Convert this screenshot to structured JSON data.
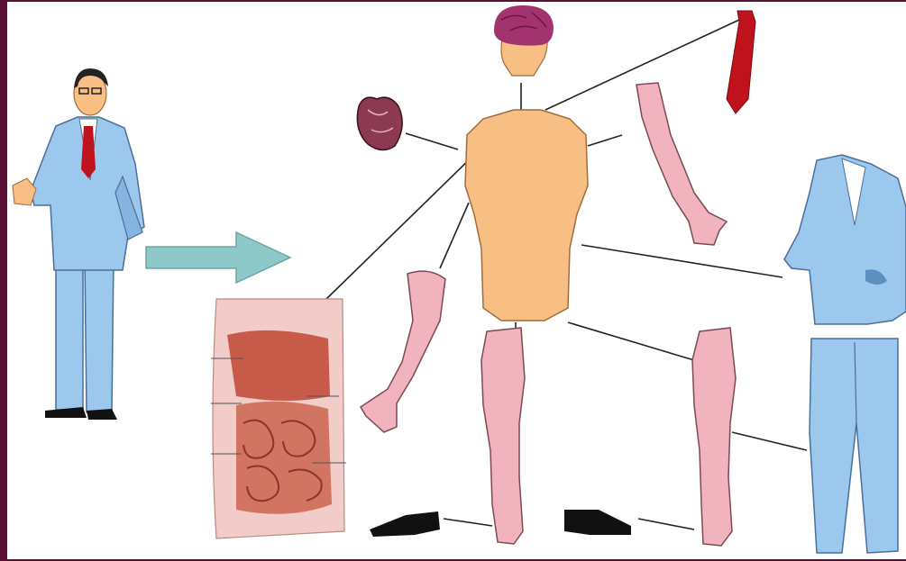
{
  "colors": {
    "frame": "#5a0f35",
    "background": "#ffffff",
    "suit": "#9cc8ee",
    "suit_dark": "#5d8fc0",
    "skin": "#f7bf84",
    "limb": "#f1b3bd",
    "tie": "#c0121d",
    "brain": "#a3336e",
    "arrow": "#8fc8c8",
    "shoe": "#111111",
    "organ": "#c85a4a",
    "line": "#222222"
  },
  "parts": [
    "man-in-suit",
    "arrow",
    "head-with-brain",
    "heart",
    "torso",
    "tie",
    "left-arm",
    "right-arm",
    "abdomen-organs",
    "left-leg",
    "right-leg",
    "left-shoe",
    "right-shoe",
    "suit-jacket",
    "suit-trousers"
  ]
}
